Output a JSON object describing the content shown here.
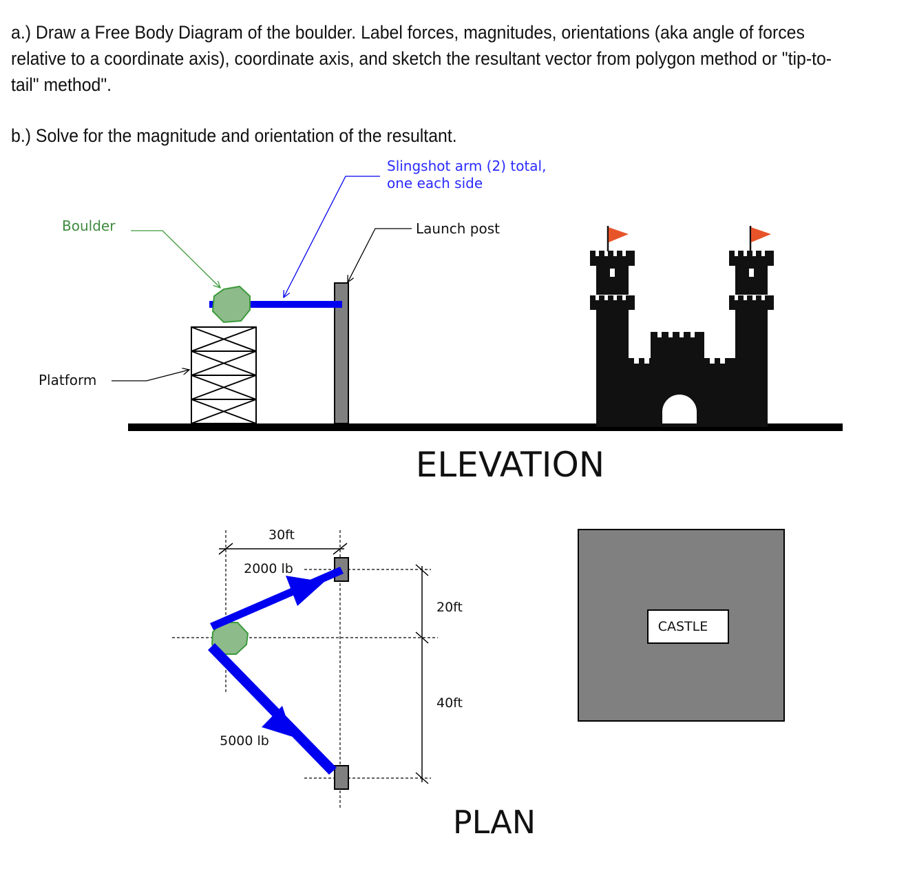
{
  "question": {
    "part_a": "a.) Draw a Free Body Diagram of the boulder.  Label forces, magnitudes, orientations (aka angle of forces relative to a coordinate axis), coordinate axis, and sketch the resultant vector from polygon method or \"tip-to-tail\" method\".",
    "part_b": "b.) Solve for the magnitude and orientation of the resultant."
  },
  "elevation": {
    "title": "ELEVATION",
    "labels": {
      "slingshot_line1": "Slingshot arm (2) total,",
      "slingshot_line2": "one each side",
      "boulder": "Boulder",
      "launch_post": "Launch post",
      "platform": "Platform"
    }
  },
  "plan": {
    "title": "PLAN",
    "dimensions": {
      "horizontal": "30ft",
      "upper_vertical": "20ft",
      "lower_vertical": "40ft"
    },
    "forces": {
      "upper": "2000 lb",
      "lower": "5000 lb"
    },
    "castle_label": "CASTLE"
  },
  "colors": {
    "slingshot_blue": "#0000f0",
    "boulder_fill": "#8dbb8a",
    "boulder_stroke": "#3c9a3c",
    "boulder_label": "#3d8a3d",
    "castle_black": "#111111",
    "flag_red": "#e8542a",
    "post_gray": "#808080",
    "castle_plan_gray": "#808080"
  },
  "icons": {
    "boulder": "boulder-shape",
    "castle": "castle-silhouette",
    "flag": "flag-icon"
  }
}
